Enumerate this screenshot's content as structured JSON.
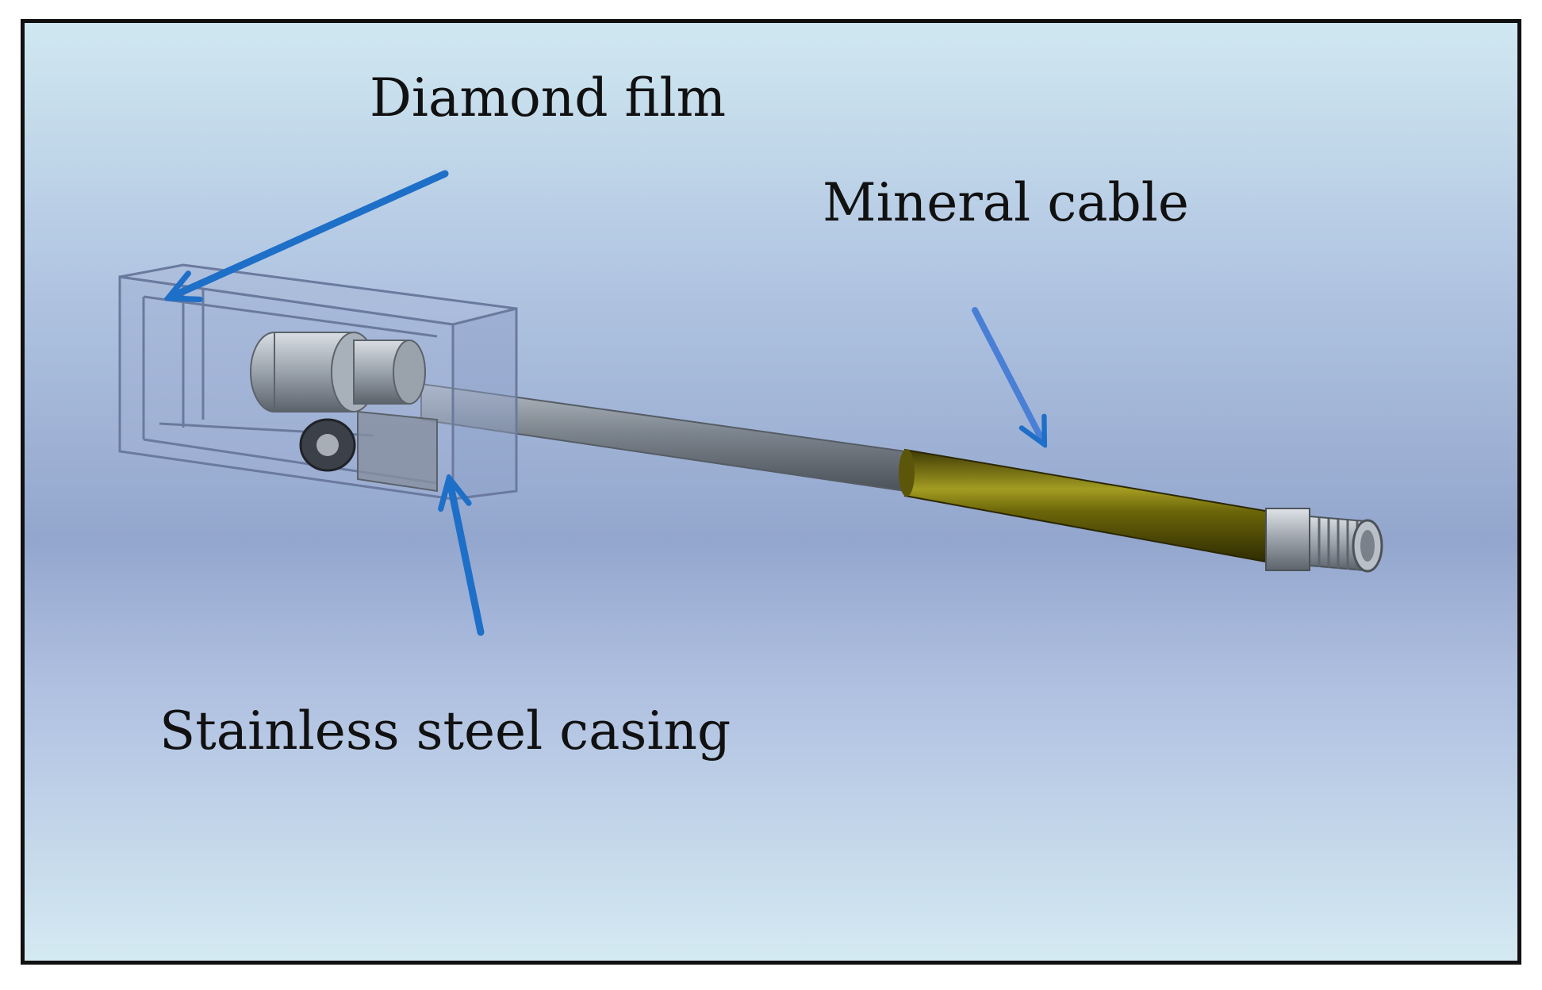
{
  "figure": {
    "labels": {
      "diamond_film": "Diamond film",
      "mineral_cable": "Mineral cable",
      "stainless_steel_casing": "Stainless steel casing"
    },
    "colors": {
      "background_top": "#cfe6f0",
      "background_mid": "#8fa3cc",
      "background_bottom": "#d6ecf3",
      "arrow_blue": "#1e6fc8",
      "arrow_light_blue": "#4a7fd6",
      "cable_gold": "#8a8413",
      "rod_grey": "#7f8790",
      "frame": "#111111"
    },
    "icons": [
      "arrow-icon",
      "sensor-housing-icon",
      "threaded-connector-icon"
    ]
  }
}
